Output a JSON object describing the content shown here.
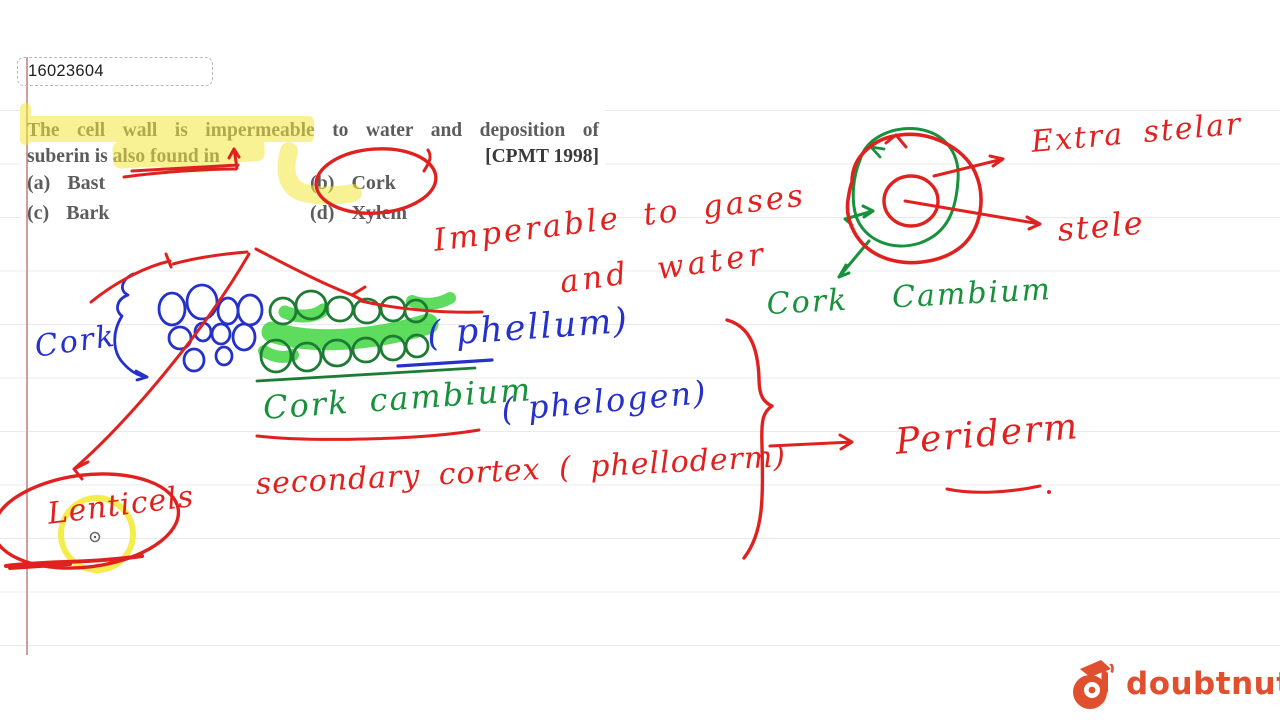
{
  "question": {
    "id": "16023604",
    "line1": "The cell wall is impermeable to water and deposition of",
    "line2": "suberin is also found in",
    "source": "[CPMT 1998]",
    "options": [
      {
        "label": "(a)",
        "text": "Bast"
      },
      {
        "label": "(b)",
        "text": "Cork"
      },
      {
        "label": "(c)",
        "text": "Bark"
      },
      {
        "label": "(d)",
        "text": "Xylem"
      }
    ],
    "correct_option": "(b) Cork"
  },
  "notes": {
    "impermeable_line1": "Imperable to gases",
    "impermeable_line2": "and water",
    "cork": "Cork",
    "phellum": "( phellum)",
    "cork_cambium": "Cork cambium",
    "phelogen": "( phelogen)",
    "secondary_cortex": "secondary cortex ( phelloderm)",
    "periderm": "Periderm",
    "lenticels": "Lenticels"
  },
  "diagram": {
    "label_extrastelar": "Extra stelar",
    "label_stele": "stele",
    "label_cork": "Cork",
    "label_cambium": "Cambium"
  },
  "branding": {
    "logo_text": "doubtnut"
  },
  "colors": {
    "pen_red": "#df2220",
    "pen_blue": "#2531c8",
    "pen_green": "#17913c",
    "cell_green": "#1d7c33",
    "highlight_green": "#35d435",
    "highlight_yellow": "#f3e93e",
    "brand_orange": "#e0502e",
    "print_text": "#5c5c5c",
    "margin_line": "#d49c9c",
    "ruled_line": "#e7ebee"
  }
}
